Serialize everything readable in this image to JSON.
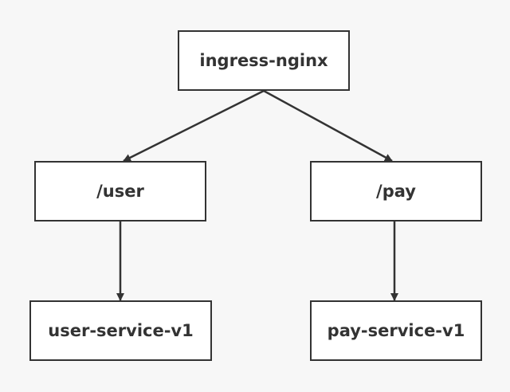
{
  "diagram": {
    "nodes": {
      "ingress": {
        "label": "ingress-nginx"
      },
      "user": {
        "label": "/user"
      },
      "pay": {
        "label": "/pay"
      },
      "user_service": {
        "label": "user-service-v1"
      },
      "pay_service": {
        "label": "pay-service-v1"
      }
    },
    "edges": [
      {
        "from": "ingress-nginx",
        "to": "/user"
      },
      {
        "from": "ingress-nginx",
        "to": "/pay"
      },
      {
        "from": "/user",
        "to": "user-service-v1"
      },
      {
        "from": "/pay",
        "to": "pay-service-v1"
      }
    ],
    "colors": {
      "background": "#f7f7f7",
      "node_fill": "#ffffff",
      "stroke": "#333333"
    }
  }
}
